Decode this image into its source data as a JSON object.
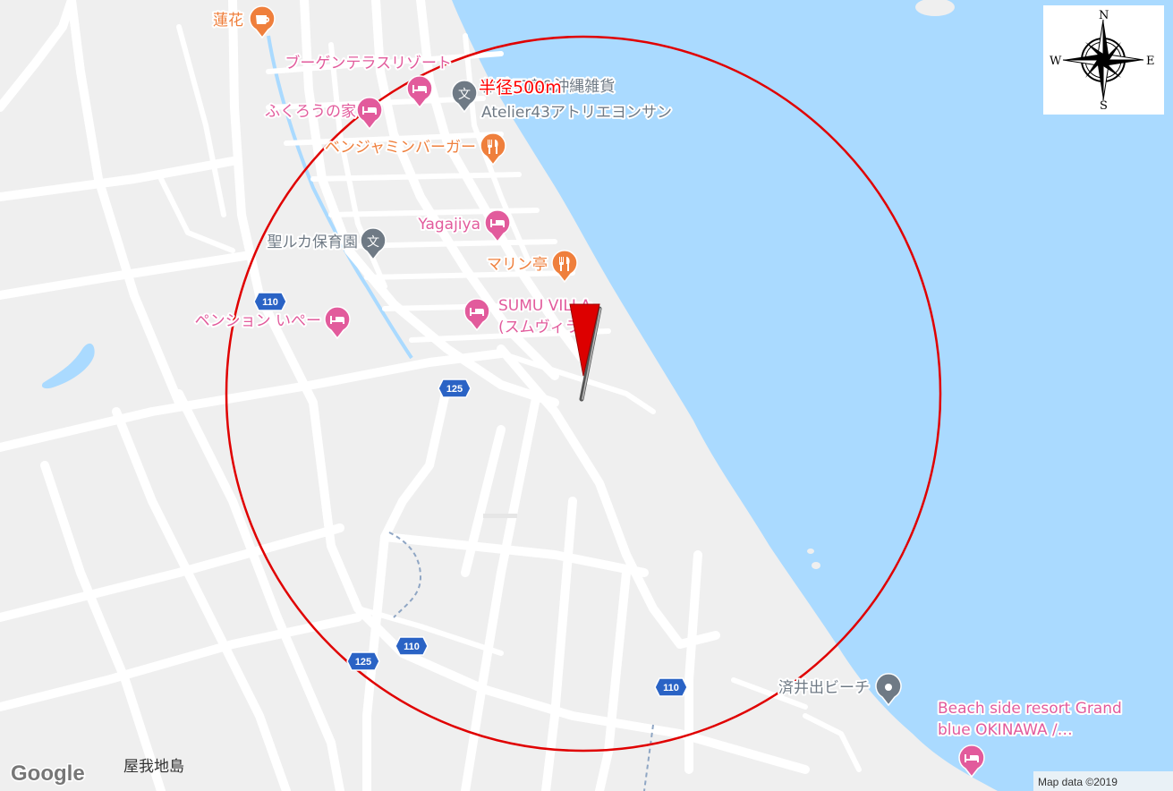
{
  "colors": {
    "land": "#efefef",
    "water": "#aadaff",
    "road": "#ffffff",
    "poi_pink": "#e25b9c",
    "poi_orange": "#ef7f3c",
    "poi_gray": "#6f7a85",
    "route_shield": "#2a63c5",
    "radius_circle": "#e00000"
  },
  "radius_label": "半径500m",
  "pois": [
    {
      "id": "poi-renka",
      "label": "蓮花",
      "icon": "coffee-icon",
      "color": "orange"
    },
    {
      "id": "poi-bougain-resort",
      "label": "ブーゲンテラスリゾート",
      "icon": "hotel-icon",
      "color": "pink"
    },
    {
      "id": "poi-atelier43",
      "label": "体験工房&沖縄雑貨",
      "label2": "Atelier43アトリエヨンサン",
      "icon": "school-icon",
      "color": "gray"
    },
    {
      "id": "poi-fukurou",
      "label": "ふくろうの家",
      "icon": "hotel-icon",
      "color": "pink"
    },
    {
      "id": "poi-benjamin",
      "label": "ベンジャミンバーガー",
      "icon": "restaurant-icon",
      "color": "orange"
    },
    {
      "id": "poi-yagajiya",
      "label": "Yagajiya",
      "icon": "hotel-icon",
      "color": "pink"
    },
    {
      "id": "poi-seiruka",
      "label": "聖ルカ保育園",
      "icon": "school-icon",
      "color": "gray"
    },
    {
      "id": "poi-marin",
      "label": "マリン亭",
      "icon": "restaurant-icon",
      "color": "orange"
    },
    {
      "id": "poi-sumu-villa",
      "label": "SUMU VILLA",
      "label2": "(スムヴィラ)",
      "icon": "hotel-icon",
      "color": "pink"
    },
    {
      "id": "poi-pension-ipe",
      "label": "ペンション いぺー",
      "icon": "hotel-icon",
      "color": "pink"
    },
    {
      "id": "poi-zaiide-beach",
      "label": "済井出ビーチ",
      "icon": "pin-icon",
      "color": "gray"
    },
    {
      "id": "poi-beach-side",
      "label": "Beach side resort Grand",
      "label2": "blue OKINAWA /…",
      "icon": "hotel-icon",
      "color": "pink"
    }
  ],
  "route_shields": [
    {
      "id": "shield-110-a",
      "number": "110"
    },
    {
      "id": "shield-125-a",
      "number": "125"
    },
    {
      "id": "shield-110-b",
      "number": "110"
    },
    {
      "id": "shield-125-b",
      "number": "125"
    },
    {
      "id": "shield-110-c",
      "number": "110"
    }
  ],
  "place_label": "屋我地島",
  "compass": {
    "n": "N",
    "s": "S",
    "e": "E",
    "w": "W"
  },
  "google_logo": "Google",
  "attribution": "Map data ©2019"
}
